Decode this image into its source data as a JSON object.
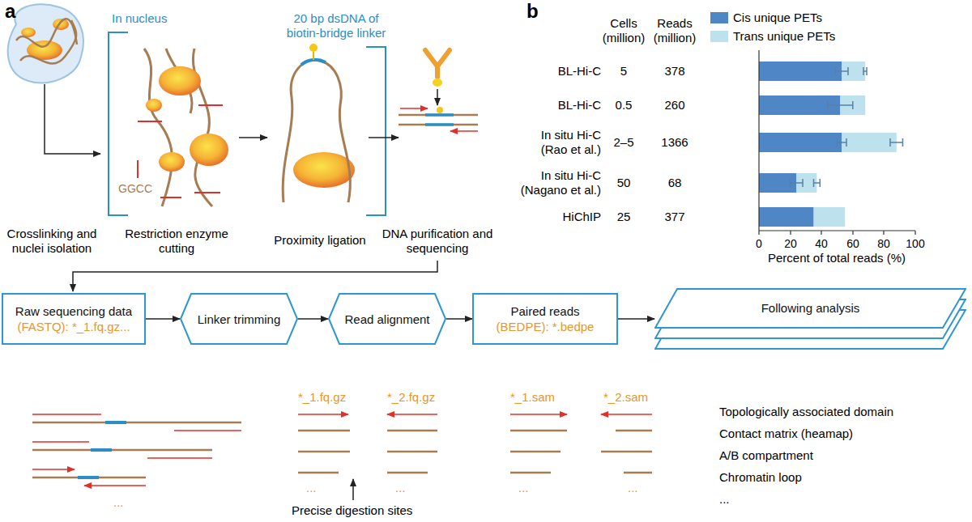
{
  "diagram": {
    "nodes": [
      {
        "text": [
          "Raw sequencing data",
          "(FASTQ): *_1.fq.gz..."
        ]
      },
      {
        "text": [
          "Linker trimming"
        ]
      },
      {
        "text": [
          "Read alignment"
        ]
      },
      {
        "text": [
          "Paired reads",
          "(BEDPE): *.bedpe"
        ]
      },
      {
        "text": [
          "Following analysis"
        ]
      }
    ],
    "edges": [
      {
        "from": 0,
        "to": 1,
        "arrow": "to"
      },
      {
        "from": 1,
        "to": 2,
        "arrow": "to"
      },
      {
        "from": 2,
        "to": 3,
        "arrow": "to"
      },
      {
        "from": 3,
        "to": 4,
        "arrow": "to"
      }
    ],
    "labels": [
      "a",
      "In nucleus",
      "20 bp dsDNA of biotin-bridge linker",
      "GGCC",
      "Crosslinking and nuclei isolation",
      "Restriction enzyme cutting",
      "Proximity ligation",
      "DNA purification and sequencing",
      "...",
      "*_1.fq.gz",
      "*_2.fq.gz",
      "...",
      "...",
      "Precise digestion sites",
      "*_1.sam",
      "*_2.sam",
      "...",
      "...",
      "Topologically associated domain",
      "Contact matrix (heamap)",
      "A/B compartment",
      "Chromatin loop",
      "...",
      "b",
      "Cells (million)",
      "Reads (million)",
      "BL-Hi-C",
      "5",
      "378",
      "BL-Hi-C",
      "0.5",
      "260",
      "In situ Hi-C (Rao et al.)",
      "2–5",
      "1366",
      "In situ Hi-C (Nagano et al.)",
      "50",
      "68",
      "HiChIP",
      "25",
      "377",
      "0",
      "20",
      "40",
      "60",
      "80",
      "100",
      "Percent of total reads (%)"
    ],
    "legend": [
      {
        "text": "Cis unique PETs",
        "color": "#4f86c6"
      },
      {
        "text": "Trans unique PETs",
        "color": "#bde2ee"
      }
    ]
  }
}
